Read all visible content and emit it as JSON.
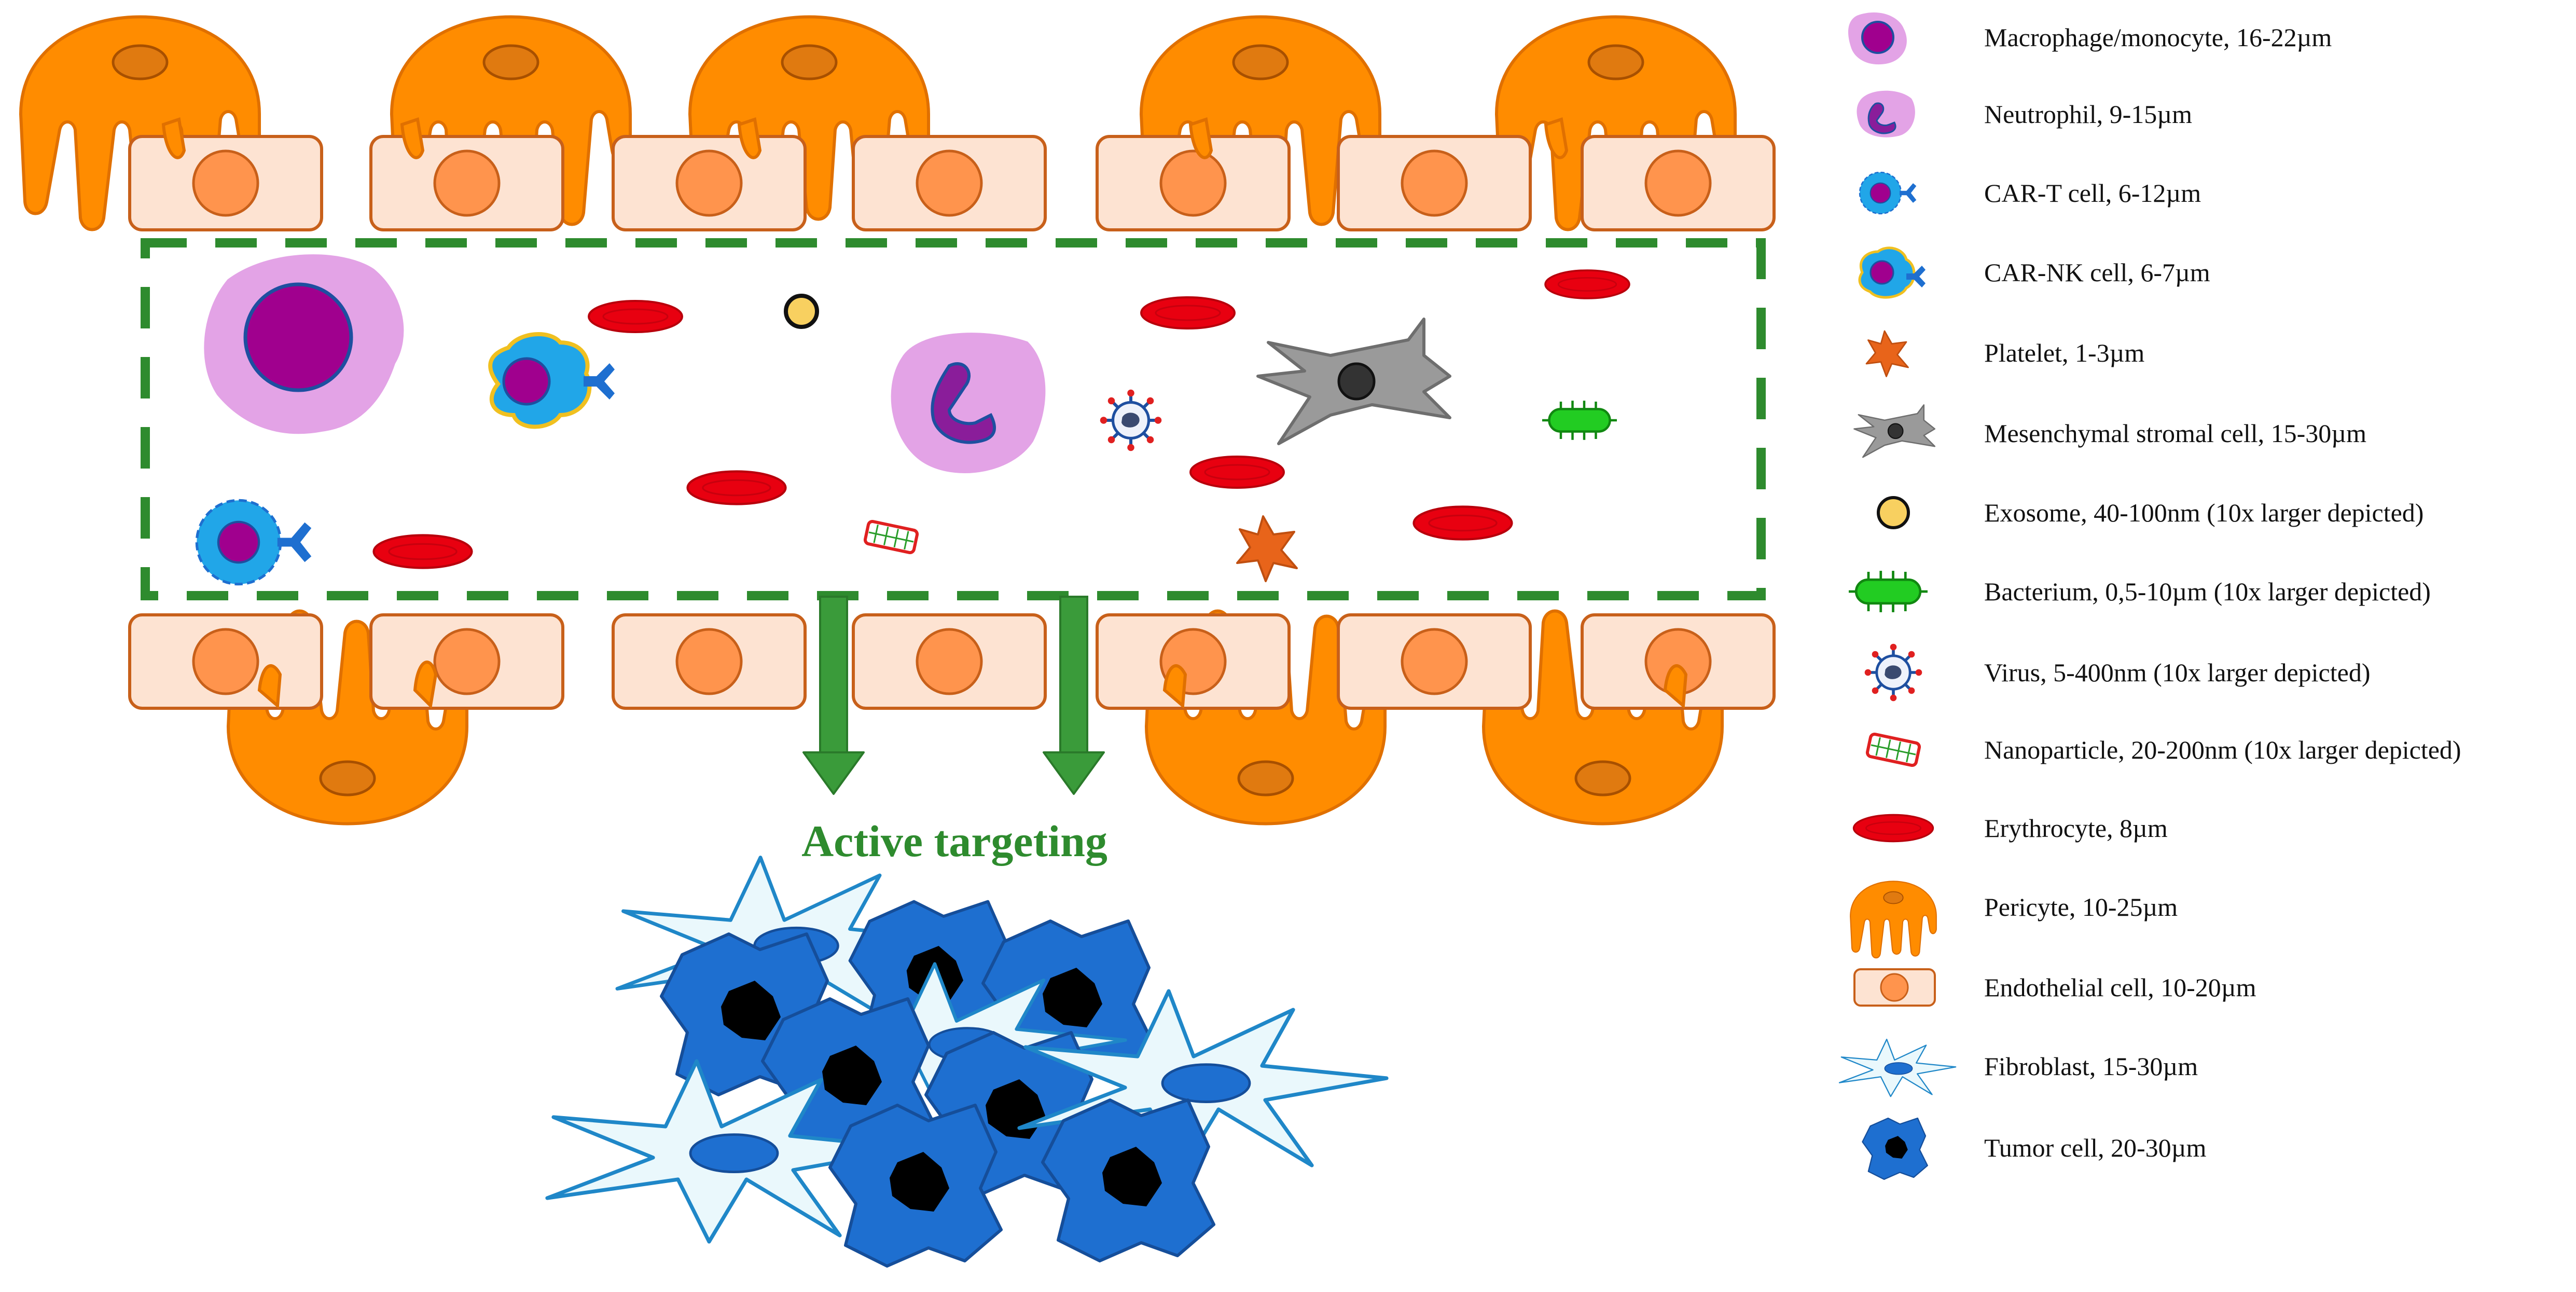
{
  "diagram": {
    "arrow_label": "Active targeting",
    "colors": {
      "pericyte": "#ff8c00",
      "pericyte_stroke": "#e07000",
      "pericyte_nucleus": "#e07a10",
      "endothelial_fill": "#fde3d2",
      "endothelial_stroke": "#c8601a",
      "endothelial_nucleus": "#ff944d",
      "vessel_border": "#2e8b2e",
      "arrow": "#3a9b3a",
      "label": "#2e8b2e",
      "macrophage": "#e3a3e6",
      "nucleus": "#a0008e",
      "car_cell": "#21a6e8",
      "car_receptor": "#1e6fd0",
      "nk_border": "#f0c020",
      "erythrocyte": "#e80010",
      "exosome": "#f8d060",
      "bacterium": "#22cc22",
      "msc": "#9a9a9a",
      "platelet": "#e8641a",
      "virus": "#1e4fa0",
      "nanoparticle": "#e02020",
      "fibroblast_fill": "#eaf8fc",
      "fibroblast_stroke": "#1f87c8",
      "tumor": "#1e6fd0",
      "tumor_stroke": "#154e9a"
    }
  },
  "legend": {
    "items": [
      {
        "icon": "macrophage-icon",
        "label": "Macrophage/monocyte, 16-22µm"
      },
      {
        "icon": "neutrophil-icon",
        "label": "Neutrophil, 9-15µm"
      },
      {
        "icon": "car-t-cell-icon",
        "label": "CAR-T cell, 6-12µm"
      },
      {
        "icon": "car-nk-cell-icon",
        "label": "CAR-NK cell, 6-7µm"
      },
      {
        "icon": "platelet-icon",
        "label": "Platelet, 1-3µm"
      },
      {
        "icon": "mesenchymal-stromal-cell-icon",
        "label": "Mesenchymal stromal cell, 15-30µm"
      },
      {
        "icon": "exosome-icon",
        "label": "Exosome, 40-100nm (10x larger depicted)"
      },
      {
        "icon": "bacterium-icon",
        "label": "Bacterium, 0,5-10µm (10x larger depicted)"
      },
      {
        "icon": "virus-icon",
        "label": "Virus, 5-400nm (10x larger depicted)"
      },
      {
        "icon": "nanoparticle-icon",
        "label": "Nanoparticle, 20-200nm (10x larger depicted)"
      },
      {
        "icon": "erythrocyte-icon",
        "label": "Erythrocyte, 8µm"
      },
      {
        "icon": "pericyte-icon",
        "label": "Pericyte, 10-25µm"
      },
      {
        "icon": "endothelial-cell-icon",
        "label": "Endothelial cell, 10-20µm"
      },
      {
        "icon": "fibroblast-icon",
        "label": "Fibroblast, 15-30µm"
      },
      {
        "icon": "tumor-cell-icon",
        "label": "Tumor cell, 20-30µm"
      }
    ]
  }
}
